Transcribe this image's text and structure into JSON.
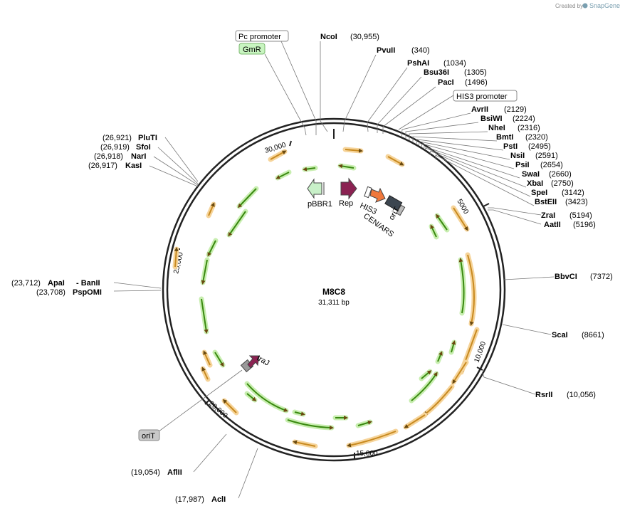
{
  "credit": {
    "prefix": "Created by",
    "brand": "SnapGene"
  },
  "map": {
    "name": "M8C8",
    "length_label": "31,311 bp",
    "length": 31311
  },
  "ticks": [
    {
      "pos": 5000,
      "label": "5000"
    },
    {
      "pos": 10000,
      "label": "10,000"
    },
    {
      "pos": 15000,
      "label": "15,000"
    },
    {
      "pos": 20000,
      "label": "20,000"
    },
    {
      "pos": 25000,
      "label": "25,000"
    },
    {
      "pos": 30000,
      "label": "30,000"
    }
  ],
  "sites": [
    {
      "name": "NcoI",
      "pos_label": "(30,955)"
    },
    {
      "name": "PvuII",
      "pos_label": "(340)"
    },
    {
      "name": "PshAI",
      "pos_label": "(1034)"
    },
    {
      "name": "Bsu36I",
      "pos_label": "(1305)"
    },
    {
      "name": "PacI",
      "pos_label": "(1496)"
    },
    {
      "name": "AvrII",
      "pos_label": "(2129)"
    },
    {
      "name": "BsiWI",
      "pos_label": "(2224)"
    },
    {
      "name": "NheI",
      "pos_label": "(2316)"
    },
    {
      "name": "BmtI",
      "pos_label": "(2320)"
    },
    {
      "name": "PstI",
      "pos_label": "(2495)"
    },
    {
      "name": "NsiI",
      "pos_label": "(2591)"
    },
    {
      "name": "PsiI",
      "pos_label": "(2654)"
    },
    {
      "name": "SwaI",
      "pos_label": "(2660)"
    },
    {
      "name": "XbaI",
      "pos_label": "(2750)"
    },
    {
      "name": "SpeI",
      "pos_label": "(3142)"
    },
    {
      "name": "BstEII",
      "pos_label": "(3423)"
    },
    {
      "name": "ZraI",
      "pos_label": "(5194)"
    },
    {
      "name": "AatII",
      "pos_label": "(5196)"
    },
    {
      "name": "BbvCI",
      "pos_label": "(7372)"
    },
    {
      "name": "ScaI",
      "pos_label": "(8661)"
    },
    {
      "name": "RsrII",
      "pos_label": "(10,056)"
    },
    {
      "name": "AclI",
      "pos_label": "(17,987)"
    },
    {
      "name": "AflII",
      "pos_label": "(19,054)"
    },
    {
      "name": "ApaI",
      "pos_label": "(23,712)"
    },
    {
      "name": "- BanII",
      "pos_label": ""
    },
    {
      "name": "PspOMI",
      "pos_label": "(23,708)"
    },
    {
      "name": "PluTI",
      "pos_label": "(26,921)"
    },
    {
      "name": "SfoI",
      "pos_label": "(26,919)"
    },
    {
      "name": "NarI",
      "pos_label": "(26,918)"
    },
    {
      "name": "KasI",
      "pos_label": "(26,917)"
    }
  ],
  "feature_boxes": [
    {
      "text": "Pc promoter",
      "kind": "promoter"
    },
    {
      "text": "GmR",
      "kind": "resistance"
    },
    {
      "text": "HIS3 promoter",
      "kind": "promoter"
    },
    {
      "text": "oriT",
      "kind": "origin"
    }
  ],
  "features": [
    {
      "text": "pBBR1",
      "kind": "origin"
    },
    {
      "text": "Rep",
      "kind": "cds"
    },
    {
      "text": "HIS3",
      "kind": "cds"
    },
    {
      "text": "CEN/ARS",
      "kind": "cds"
    },
    {
      "text": "oriT",
      "kind": "origin"
    },
    {
      "text": "traJ",
      "kind": "cds"
    }
  ],
  "colors": {
    "backbone": "#222222",
    "orf_orange": "#e8a33a",
    "orf_green": "#5ab82c",
    "rep": "#8b2252",
    "his3": "#f0783c",
    "cenars": "#3c4650",
    "pbbr1": "#c8f0c8",
    "gmr_box": "#c8f5c0",
    "orit_box": "#c8c8c8"
  }
}
